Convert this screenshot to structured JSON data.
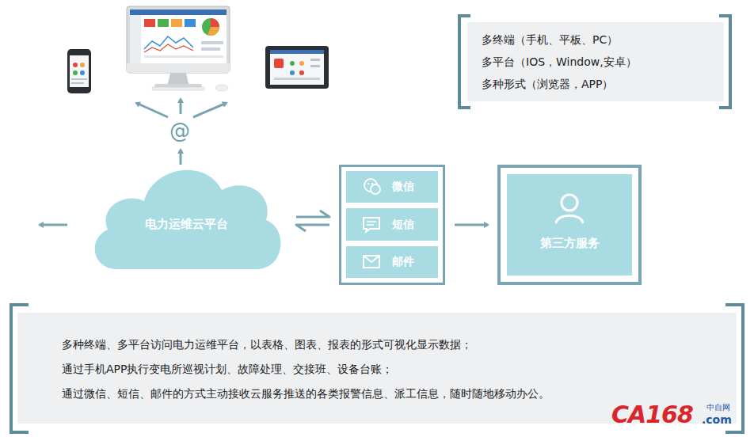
{
  "diagram": {
    "nodes": [
      {
        "text": [
          "多终端（手机、平板、PC）",
          "多平台（IOS，Window,安卓）",
          "多种形式（浏览器，APP）"
        ]
      },
      {
        "text": [
          "电力运维云平台"
        ]
      },
      {
        "text": []
      },
      {
        "text": [
          "微信"
        ],
        "in": 2
      },
      {
        "text": [
          "短信"
        ],
        "in": 2
      },
      {
        "text": [
          "邮件"
        ],
        "in": 2
      },
      {
        "text": [
          "第三方服务"
        ]
      },
      {
        "text": [
          "多种终端、多平台访问电力运维平台，以表格、图表、报表的形式可视化显示数据；",
          "通过手机APP执行变电所巡视计划、故障处理、交接班、设备台账；",
          "通过微信、短信、邮件的方式主动接收云服务推送的各类报警信息、派工信息，随时随地移动办公。"
        ]
      }
    ],
    "edges": [
      {
        "from": 1,
        "to": 2,
        "arrow": "both"
      },
      {
        "from": 2,
        "to": 6,
        "arrow": "to"
      }
    ],
    "labels": [
      "@",
      "CA168",
      "中自网",
      ".com"
    ]
  }
}
